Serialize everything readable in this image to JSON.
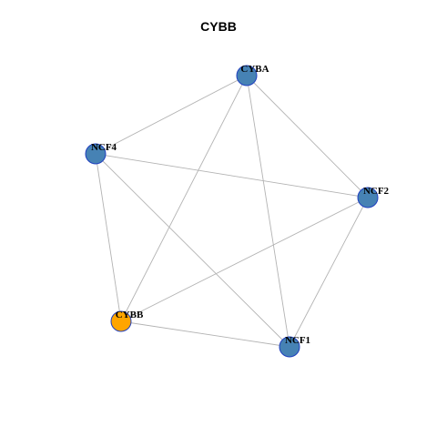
{
  "title": "CYBB",
  "colors": {
    "edge": "#b3b3b3",
    "node_default": "#4682b4",
    "node_highlight": "#ffa500",
    "node_border": "#1f3fbf"
  },
  "nodes": [
    {
      "id": "CYBA",
      "label": "CYBA",
      "highlight": false
    },
    {
      "id": "NCF4",
      "label": "NCF4",
      "highlight": false
    },
    {
      "id": "NCF2",
      "label": "NCF2",
      "highlight": false
    },
    {
      "id": "CYBB",
      "label": "CYBB",
      "highlight": true
    },
    {
      "id": "NCF1",
      "label": "NCF1",
      "highlight": false
    }
  ],
  "edges": [
    [
      "CYBA",
      "NCF4"
    ],
    [
      "CYBA",
      "NCF2"
    ],
    [
      "CYBA",
      "CYBB"
    ],
    [
      "CYBA",
      "NCF1"
    ],
    [
      "NCF4",
      "NCF2"
    ],
    [
      "NCF4",
      "CYBB"
    ],
    [
      "NCF4",
      "NCF1"
    ],
    [
      "NCF2",
      "CYBB"
    ],
    [
      "NCF2",
      "NCF1"
    ],
    [
      "CYBB",
      "NCF1"
    ]
  ]
}
